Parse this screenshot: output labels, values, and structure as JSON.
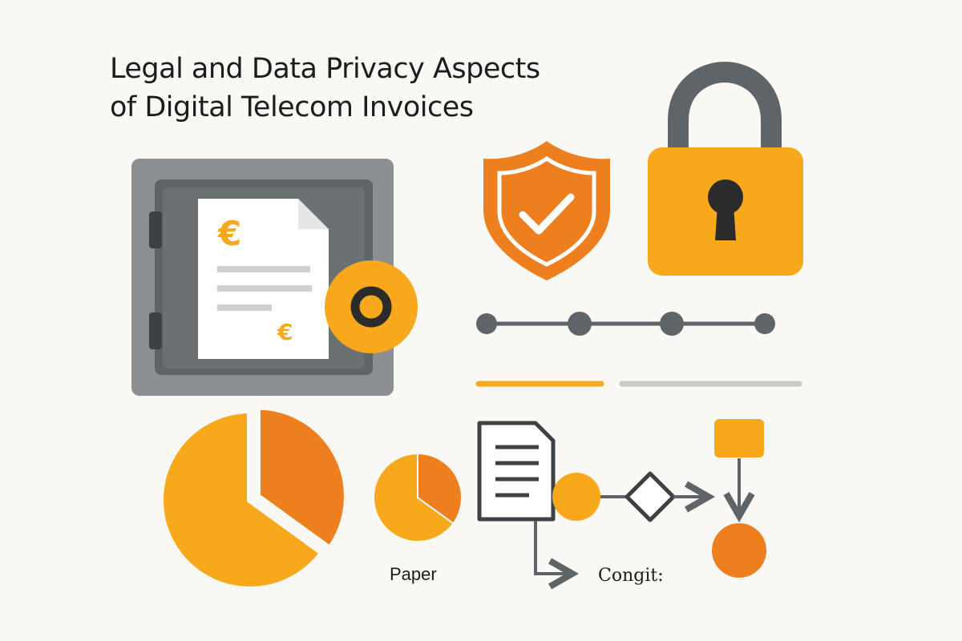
{
  "title": {
    "line1": "Legal and Data Privacy Aspects",
    "line2": "of Digital Telecom Invoices"
  },
  "invoice": {
    "currency_symbol_1": "€",
    "currency_symbol_2": "€"
  },
  "labels": {
    "paper": "Paper",
    "digital": "Congit:"
  },
  "pie_large": {
    "slices": [
      0.65,
      0.35
    ]
  },
  "pie_small": {
    "slices": [
      0.65,
      0.35
    ]
  },
  "colors": {
    "orange": "#f7a81b",
    "dark_orange": "#ee7f1e",
    "gray": "#5f6468",
    "light_gray": "#c9c9c9",
    "background": "#faf8f4"
  },
  "icons": [
    "safe-icon",
    "invoice-document-icon",
    "dial-icon",
    "shield-check-icon",
    "padlock-icon",
    "timeline-icon",
    "pie-chart-icon",
    "document-icon",
    "diamond-decision-icon",
    "flow-arrow-icon"
  ]
}
